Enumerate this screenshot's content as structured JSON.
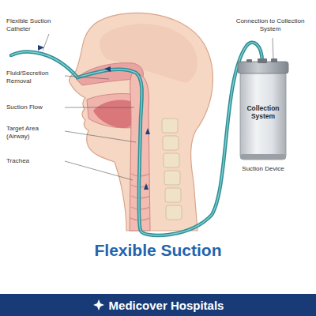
{
  "diagram": {
    "title": "Flexible Suction",
    "nodes": [
      {
        "text": [
          "Collection System",
          "Suction Device"
        ]
      },
      {
        "text": [
          "Medicover Hospitals"
        ]
      }
    ],
    "labels": [
      "Flexible Suction Catheter",
      "Fluid/Secretion Removal",
      "Suction Flow",
      "Target Area (Airway)",
      "Trachea",
      "Connection to Collection System"
    ]
  }
}
